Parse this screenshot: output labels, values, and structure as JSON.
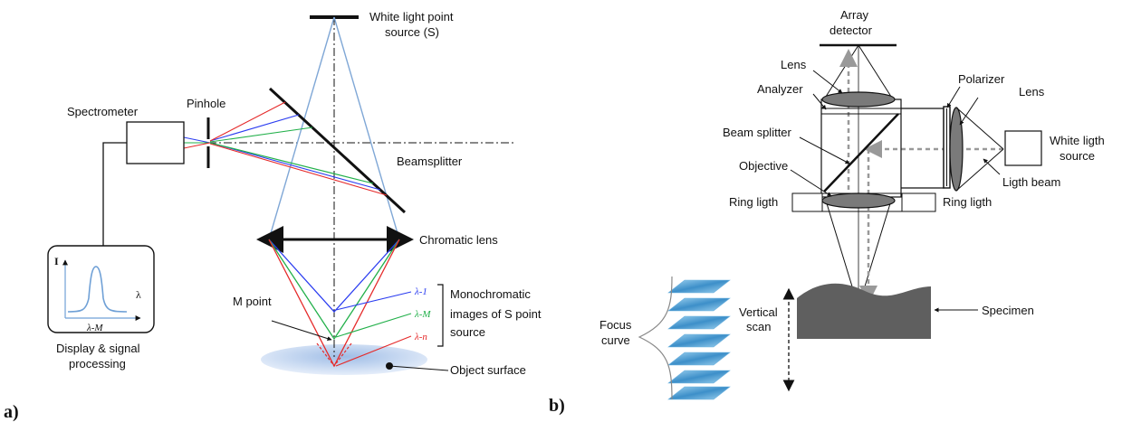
{
  "panel_a": {
    "label": "a)",
    "white_light_source": [
      "White light  point",
      "source (S)"
    ],
    "spectrometer": "Spectrometer",
    "pinhole": "Pinhole",
    "beamsplitter": "Beamsplitter",
    "chromatic_lens": "Chromatic lens",
    "m_point": "M point",
    "monochromatic_images": [
      "Monochromatic",
      "images of S point",
      "source"
    ],
    "object_surface": "Object surface",
    "display": [
      "Display & signal",
      "processing"
    ],
    "graph_y_axis": "I",
    "graph_x_axis": "λ",
    "graph_peak": "λ-M",
    "lambda_labels": [
      "λ-1",
      "λ-M",
      "λ-n"
    ],
    "colors": {
      "blue": "#2a3cf0",
      "green": "#22b04a",
      "red": "#e52a2a",
      "beam": "#7fa7d6",
      "surface": "#c9daf0"
    }
  },
  "panel_b": {
    "label": "b)",
    "array_detector": [
      "Array",
      "detector"
    ],
    "lens_top": "Lens",
    "analyzer": "Analyzer",
    "beam_splitter": "Beam splitter",
    "objective": "Objective",
    "ring_light_left": "Ring ligth",
    "ring_light_right": "Ring ligth",
    "polarizer": "Polarizer",
    "lens_right": "Lens",
    "white_light_source": [
      "White ligth",
      "source"
    ],
    "light_beam": "Ligth beam",
    "specimen": "Specimen",
    "vertical_scan": [
      "Vertical",
      "scan"
    ],
    "focus_curve": [
      "Focus",
      "curve"
    ],
    "colors": {
      "lens": "#7a7a7a",
      "specimen": "#5f5f5f",
      "stack": "#4aa3d8",
      "dashed": "#9a9a9a"
    }
  }
}
